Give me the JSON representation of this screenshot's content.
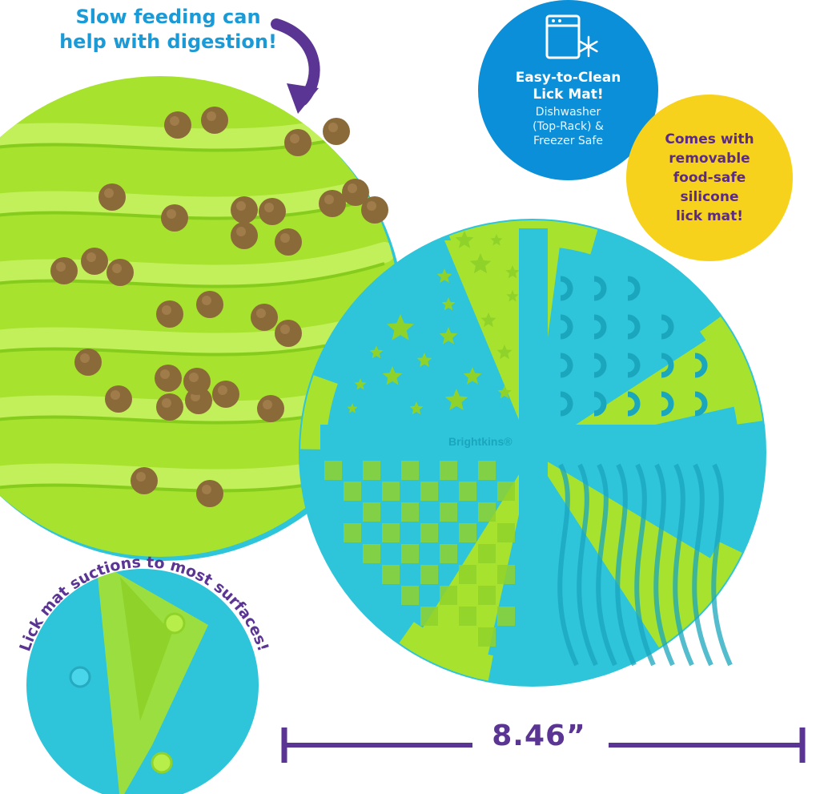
{
  "callouts": {
    "slow_feeding": [
      "Slow feeding can",
      "help with digestion!"
    ],
    "easy_clean_title": [
      "Easy-to-Clean",
      "Lick Mat!"
    ],
    "easy_clean_sub": [
      "Dishwasher",
      "(Top-Rack) &",
      "Freezer Safe"
    ],
    "removable": [
      "Comes with",
      "removable",
      "food-safe",
      "silicone",
      "lick mat!"
    ],
    "suction": "Lick mat suctions to most surfaces!"
  },
  "mat_brand": "Brightkins®",
  "dimension": "8.46”",
  "icons": [
    "dishwasher-icon",
    "snowflake-icon",
    "curved-arrow-icon"
  ],
  "colors": {
    "lime": "#a6e22e",
    "lime_dark": "#7fc41c",
    "teal": "#2ec4da",
    "purple": "#5b3593",
    "blue": "#0a8fd8",
    "yellow": "#f7d21c",
    "kibble": "#8b6a3a"
  }
}
